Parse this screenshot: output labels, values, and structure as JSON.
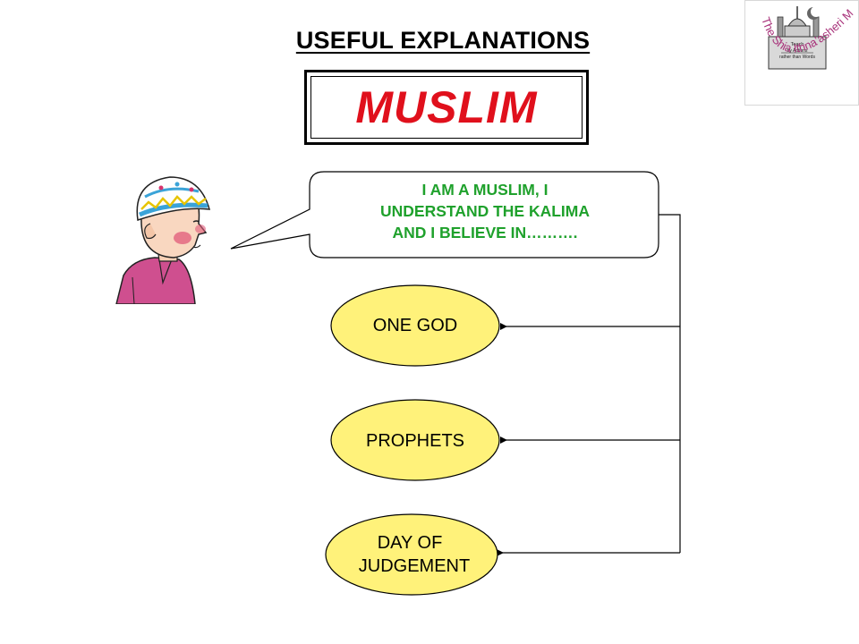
{
  "header": {
    "heading": "USEFUL EXPLANATIONS",
    "title": "MUSLIM"
  },
  "logo": {
    "text": "The Shia Ithna’asheri Madressa",
    "badge_line1": "Teach",
    "badge_line2": "by Actions",
    "badge_line3": "rather than Words"
  },
  "speech": {
    "line1": "I AM A MUSLIM, I",
    "line2": "UNDERSTAND THE KALIMA",
    "line3": "AND I BELIEVE IN………."
  },
  "beliefs": {
    "one_god": "ONE GOD",
    "prophets": "PROPHETS",
    "day_line1": "DAY OF",
    "day_line2": "JUDGEMENT"
  },
  "colors": {
    "title": "#e0101c",
    "speech_text": "#1fa12c",
    "node_fill": "#fff27a",
    "logo_text": "#a8327a"
  }
}
